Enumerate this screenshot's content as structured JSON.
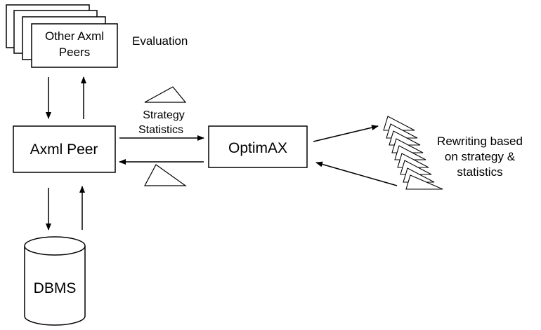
{
  "nodes": {
    "other_peers": {
      "line1": "Other Axml",
      "line2": "Peers"
    },
    "evaluation": "Evaluation",
    "axml_peer": "Axml Peer",
    "optimax": "OptimAX",
    "dbms": "DBMS",
    "strategy_statistics": {
      "line1": "Strategy",
      "line2": "Statistics"
    },
    "rewriting": {
      "line1": "Rewriting based",
      "line2": "on strategy &",
      "line3": "statistics"
    }
  },
  "colors": {
    "stroke": "#000000",
    "fill": "#ffffff"
  }
}
